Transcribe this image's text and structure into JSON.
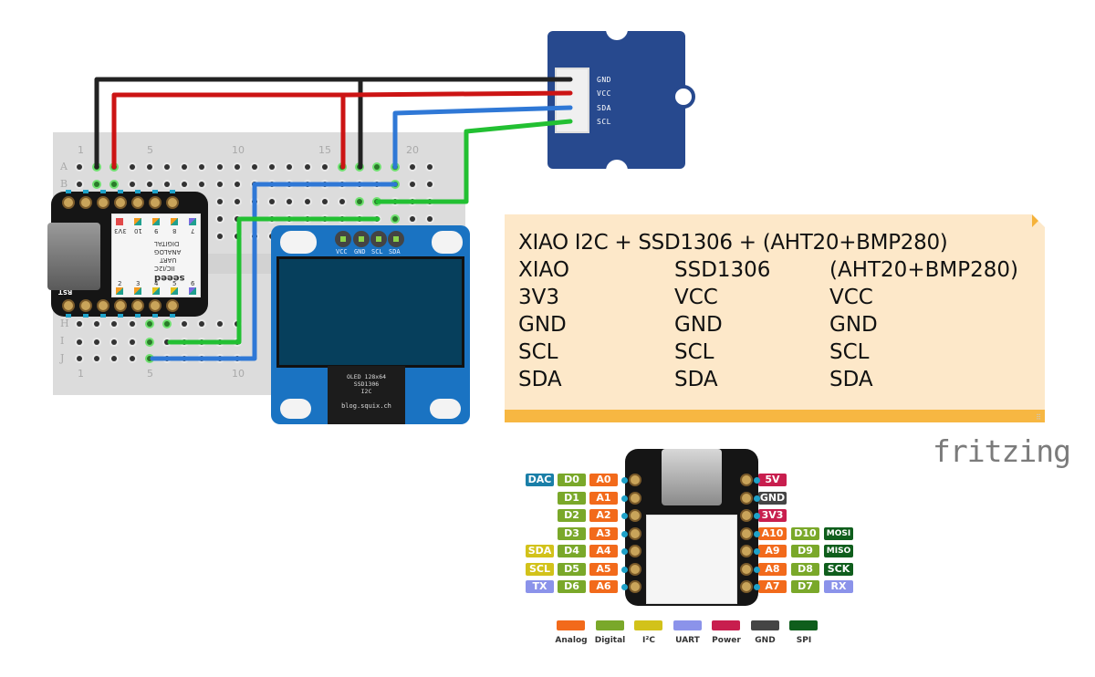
{
  "note": {
    "title": "XIAO I2C + SSD1306 + (AHT20+BMP280)",
    "columns": [
      "XIAO",
      "SSD1306",
      "(AHT20+BMP280)"
    ],
    "rows": [
      [
        "3V3",
        "VCC",
        "VCC"
      ],
      [
        "GND",
        "GND",
        "GND"
      ],
      [
        "SCL",
        "SCL",
        "SCL"
      ],
      [
        "SDA",
        "SDA",
        "SDA"
      ]
    ]
  },
  "breadboard": {
    "column_numbers": [
      "1",
      "5",
      "10",
      "15",
      "20"
    ],
    "row_letters_top": [
      "A",
      "B"
    ],
    "row_letters_bottom": [
      "H",
      "I",
      "J"
    ]
  },
  "xiao_breadboard": {
    "top_pin_numbers": [
      "3V3",
      "10",
      "9",
      "8",
      "7"
    ],
    "bottom_pin_numbers": [
      "2",
      "3",
      "4",
      "5",
      "6"
    ],
    "legend": [
      "DIGITAL",
      "ANALOG",
      "UART",
      "IIC/I2C"
    ],
    "brand": "seeed",
    "reset_label": "RST"
  },
  "oled": {
    "pins": [
      "VCC",
      "GND",
      "SCL",
      "SDA"
    ],
    "label_lines": [
      "OLED 128x64",
      "SSD1306",
      "I2C"
    ],
    "url": "blog.squix.ch"
  },
  "sensor": {
    "pins": [
      "GND",
      "VCC",
      "SDA",
      "SCL"
    ]
  },
  "wires": [
    {
      "name": "gnd-wire",
      "color": "#222222"
    },
    {
      "name": "vcc-wire",
      "color": "#cc1414"
    },
    {
      "name": "sda-wire",
      "color": "#2f78d6"
    },
    {
      "name": "scl-wire",
      "color": "#22c032"
    }
  ],
  "watermark": "fritzing",
  "pinout": {
    "left": [
      {
        "labels": [
          {
            "t": "DAC",
            "c": "#1a7fa8"
          },
          {
            "t": "D0",
            "c": "#7aa82a"
          },
          {
            "t": "A0",
            "c": "#f26a1b"
          }
        ]
      },
      {
        "labels": [
          {
            "t": "D1",
            "c": "#7aa82a"
          },
          {
            "t": "A1",
            "c": "#f26a1b"
          }
        ]
      },
      {
        "labels": [
          {
            "t": "D2",
            "c": "#7aa82a"
          },
          {
            "t": "A2",
            "c": "#f26a1b"
          }
        ]
      },
      {
        "labels": [
          {
            "t": "D3",
            "c": "#7aa82a"
          },
          {
            "t": "A3",
            "c": "#f26a1b"
          }
        ]
      },
      {
        "labels": [
          {
            "t": "SDA",
            "c": "#d2c21a"
          },
          {
            "t": "D4",
            "c": "#7aa82a"
          },
          {
            "t": "A4",
            "c": "#f26a1b"
          }
        ]
      },
      {
        "labels": [
          {
            "t": "SCL",
            "c": "#d2c21a"
          },
          {
            "t": "D5",
            "c": "#7aa82a"
          },
          {
            "t": "A5",
            "c": "#f26a1b"
          }
        ]
      },
      {
        "labels": [
          {
            "t": "TX",
            "c": "#8b93ea"
          },
          {
            "t": "D6",
            "c": "#7aa82a"
          },
          {
            "t": "A6",
            "c": "#f26a1b"
          }
        ]
      }
    ],
    "right": [
      {
        "labels": [
          {
            "t": "5V",
            "c": "#c81e4e"
          }
        ]
      },
      {
        "labels": [
          {
            "t": "GND",
            "c": "#454545"
          }
        ]
      },
      {
        "labels": [
          {
            "t": "3V3",
            "c": "#c81e4e"
          }
        ]
      },
      {
        "labels": [
          {
            "t": "A10",
            "c": "#f26a1b"
          },
          {
            "t": "D10",
            "c": "#7aa82a"
          },
          {
            "t": "MOSI",
            "c": "#0f5e1c"
          }
        ]
      },
      {
        "labels": [
          {
            "t": "A9",
            "c": "#f26a1b"
          },
          {
            "t": "D9",
            "c": "#7aa82a"
          },
          {
            "t": "MISO",
            "c": "#0f5e1c"
          }
        ]
      },
      {
        "labels": [
          {
            "t": "A8",
            "c": "#f26a1b"
          },
          {
            "t": "D8",
            "c": "#7aa82a"
          },
          {
            "t": "SCK",
            "c": "#0f5e1c"
          }
        ]
      },
      {
        "labels": [
          {
            "t": "A7",
            "c": "#f26a1b"
          },
          {
            "t": "D7",
            "c": "#7aa82a"
          },
          {
            "t": "RX",
            "c": "#8b93ea"
          }
        ]
      }
    ],
    "legend": [
      {
        "label": "Analog",
        "color": "#f26a1b"
      },
      {
        "label": "Digital",
        "color": "#7aa82a"
      },
      {
        "label": "I²C",
        "color": "#d2c21a"
      },
      {
        "label": "UART",
        "color": "#8b93ea"
      },
      {
        "label": "Power",
        "color": "#c81e4e"
      },
      {
        "label": "GND",
        "color": "#454545"
      },
      {
        "label": "SPI",
        "color": "#0f5e1c"
      }
    ]
  }
}
